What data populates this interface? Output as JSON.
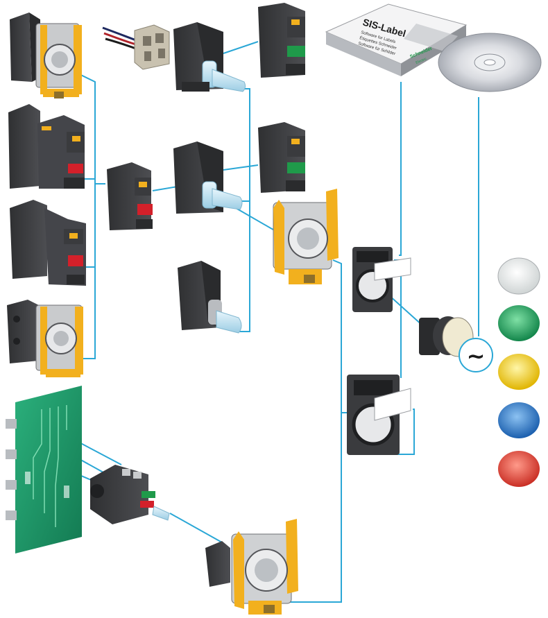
{
  "colors": {
    "connector_line": "#2aa7d6",
    "module_dark": "#3b3b3d",
    "module_mid": "#55565a",
    "module_light": "#6e6f73",
    "bracket_yellow": "#f2b01e",
    "contact_red": "#d3202a",
    "contact_green": "#1f9a4a",
    "lamp_blue_glass": "#bfe3f3",
    "pcb_green": "#1c9a6a",
    "cap_white": "#eef0f0",
    "cap_green": "#1aa35a",
    "cap_yellow": "#f4d21c",
    "cap_blue": "#2a7fd2",
    "cap_red": "#e8463c"
  },
  "cd_label": {
    "brand": "SIS-Label",
    "subtitle_lines": [
      "Software for Labels",
      "Étiquettes Schneider",
      "Software für Schilder"
    ],
    "vendor": "Schneider",
    "vendor_sub": "Electric"
  },
  "ac_symbol": "~",
  "icons": {
    "head_cap_colors": [
      "white",
      "green",
      "yellow",
      "blue",
      "red"
    ]
  }
}
